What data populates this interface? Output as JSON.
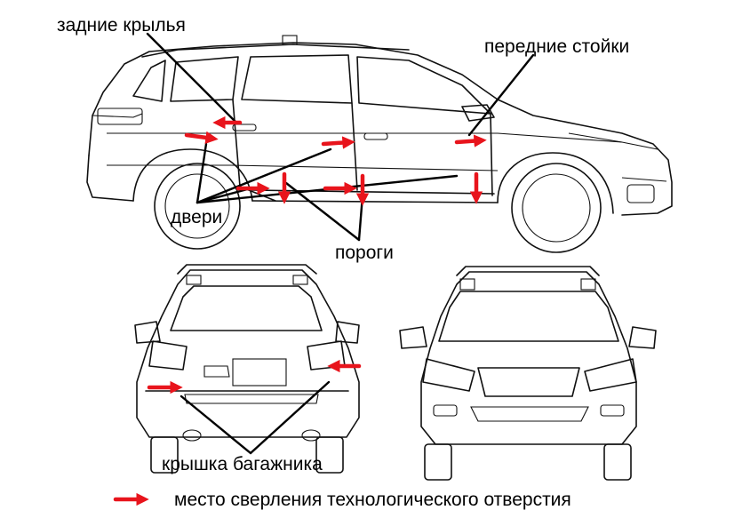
{
  "labels": {
    "rear_fenders": "задние крылья",
    "front_pillars": "передние стойки",
    "doors": "двери",
    "sills": "пороги",
    "trunk_lid": "крышка багажника",
    "legend": "место сверления технологического отверстия"
  },
  "colors": {
    "marker": "#e8141c",
    "outline": "#111111",
    "background": "#ffffff"
  },
  "legend_icon": "red-arrow-icon"
}
